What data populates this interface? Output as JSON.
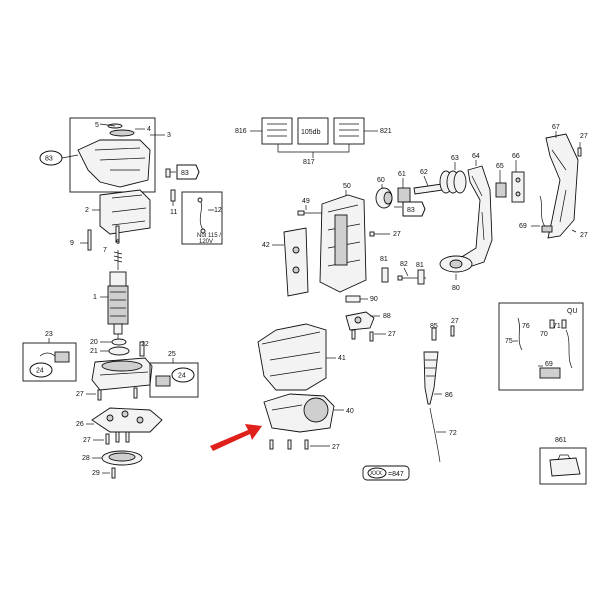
{
  "parts": {
    "p3": "3",
    "p4": "4",
    "p5": "5",
    "p83a": "83",
    "p83b": "83",
    "p83c": "83",
    "p2": "2",
    "p11": "11",
    "p12": "12",
    "p9": "9",
    "p6": "6",
    "p7": "7",
    "p1": "1",
    "p20": "20",
    "p21": "21",
    "p22": "22",
    "p23": "23",
    "p24a": "24",
    "p24b": "24",
    "p25": "25",
    "p27a": "27",
    "p26": "26",
    "p27b": "27",
    "p28": "28",
    "p29": "29",
    "p816": "816",
    "p105db": "105db",
    "p821": "821",
    "p817": "817",
    "p49": "49",
    "p50": "50",
    "p42": "42",
    "p27c": "27",
    "p60": "60",
    "p61": "61",
    "p62": "62",
    "p63": "63",
    "p64": "64",
    "p65": "65",
    "p66": "66",
    "p67": "67",
    "p27d": "27",
    "p27e": "27",
    "p69a": "69",
    "p81a": "81",
    "p82": "82",
    "p81b": "81",
    "p80": "80",
    "p90": "90",
    "p88": "88",
    "p27f": "27",
    "p41": "41",
    "p85": "85",
    "p27g": "27",
    "p40": "40",
    "p27h": "27",
    "p86": "86",
    "p72": "72",
    "p75": "75",
    "p76": "76",
    "p71": "71",
    "p70": "70",
    "p69b": "69",
    "p861": "861",
    "pqu": "QU"
  },
  "note": "Not 115 /\n120V",
  "legend": {
    "code": "XXX",
    "ref": "847"
  },
  "colors": {
    "arrow": "#e0211b",
    "line": "#111111"
  }
}
